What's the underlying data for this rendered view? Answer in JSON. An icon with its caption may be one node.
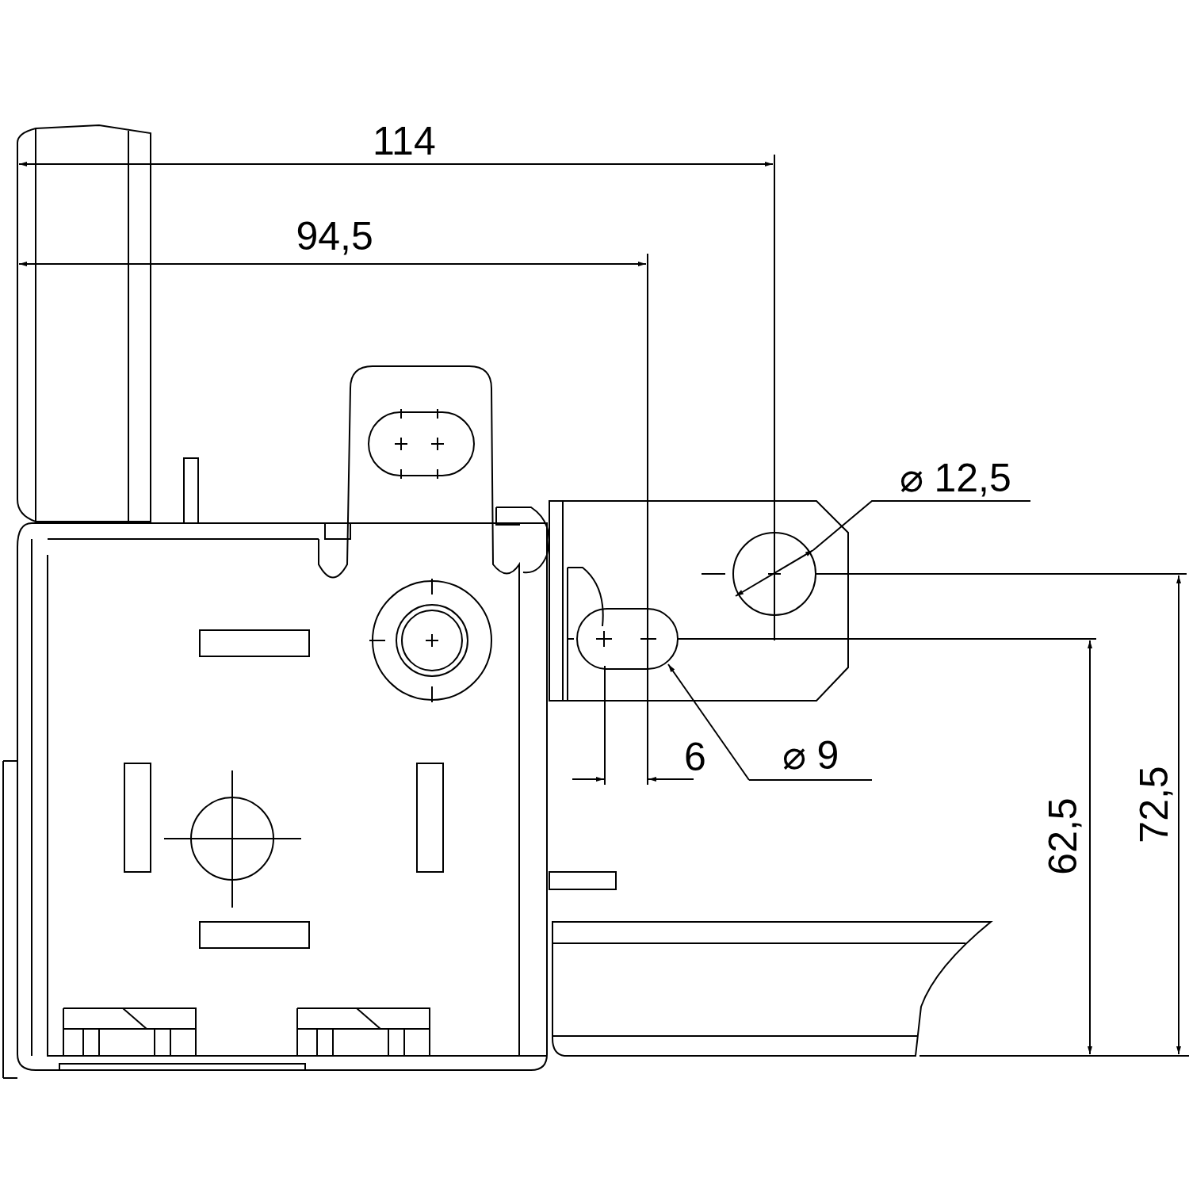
{
  "diagram": {
    "nodes": [
      {
        "text": [
          "⌀ 9"
        ]
      },
      {
        "text": [],
        "shape": "slot"
      }
    ],
    "edges": [
      {
        "from": 0,
        "to": 1,
        "arrow": "to"
      }
    ],
    "labels": [
      "114",
      "94,5",
      "⌀ 12,5",
      "6",
      "62,5",
      "72,5"
    ]
  }
}
